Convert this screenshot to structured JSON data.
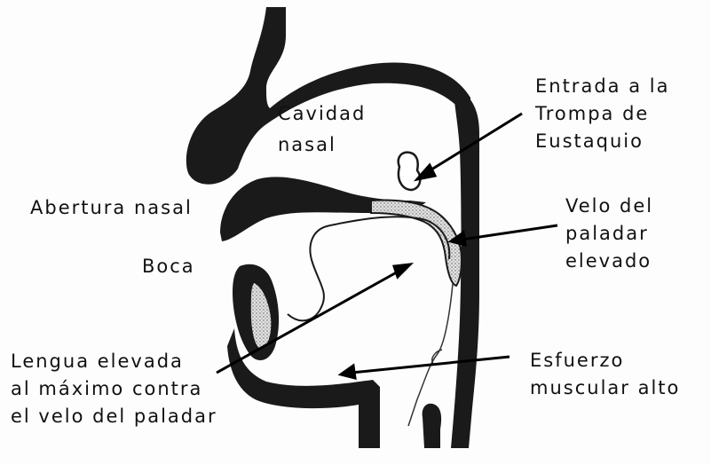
{
  "labels": {
    "cavidad_nasal": [
      "Cavidad",
      "nasal"
    ],
    "trompa": [
      "Entrada a la",
      "Trompa de",
      "Eustaquio"
    ],
    "abertura_nasal": "Abertura nasal",
    "velo": [
      "Velo del",
      "paladar",
      "elevado"
    ],
    "boca": "Boca",
    "lengua": [
      "Lengua elevada",
      "al máximo contra",
      "el velo del paladar"
    ],
    "esfuerzo": [
      "Esfuerzo",
      "muscular alto"
    ]
  },
  "colors": {
    "ink": "#1a1a1a",
    "tissue_fill": "#d4d4d4",
    "background": "#fdfdfd"
  }
}
